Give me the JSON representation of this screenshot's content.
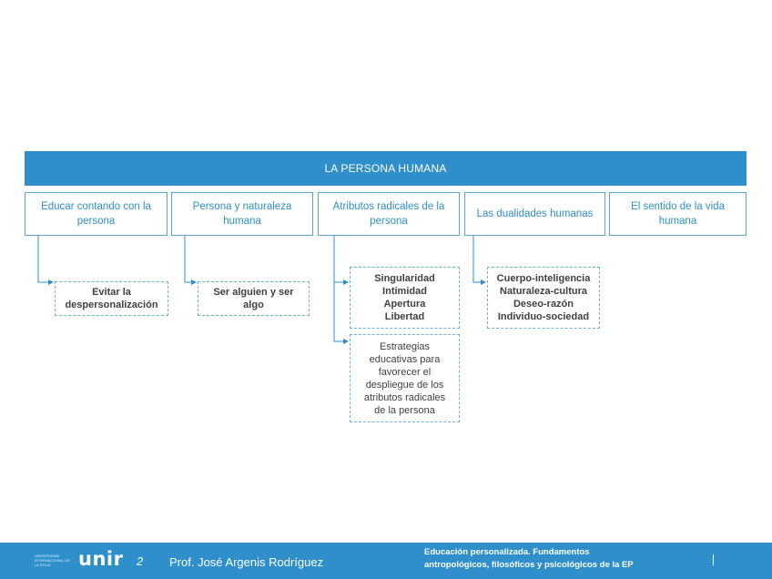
{
  "title": "LA PERSONA HUMANA",
  "categories": [
    "Educar contando con la persona",
    "Persona y naturaleza humana",
    "Atributos radicales de la persona",
    "Las dualidades humanas",
    "El sentido de la vida humana"
  ],
  "subs": {
    "evitar": "Evitar la\ndespersonalización",
    "ser": "Ser alguien y ser\nalgo",
    "atributos": "Singularidad\nIntimidad\nApertura\nLibertad",
    "estrategias": "Estrategias\neducativas para\nfavorecer el\ndespliegue de los\natributos radicales\nde la persona",
    "dualidades": "Cuerpo-inteligencia\nNaturaleza-cultura\nDeseo-razón\nIndividuo-sociedad"
  },
  "footer": {
    "logo_small": "UNIVERSIDAD INTERNACIONAL DE LA RIOJA",
    "logo": "unir",
    "page": "2",
    "professor": "Prof. José Argenis Rodríguez",
    "course_line1": "Educación personalizada. Fundamentos",
    "course_line2": "antropológicos, filosóficos y psicológicos de la EP"
  },
  "colors": {
    "primary": "#2e8fcb",
    "border": "#5aa6d6"
  }
}
